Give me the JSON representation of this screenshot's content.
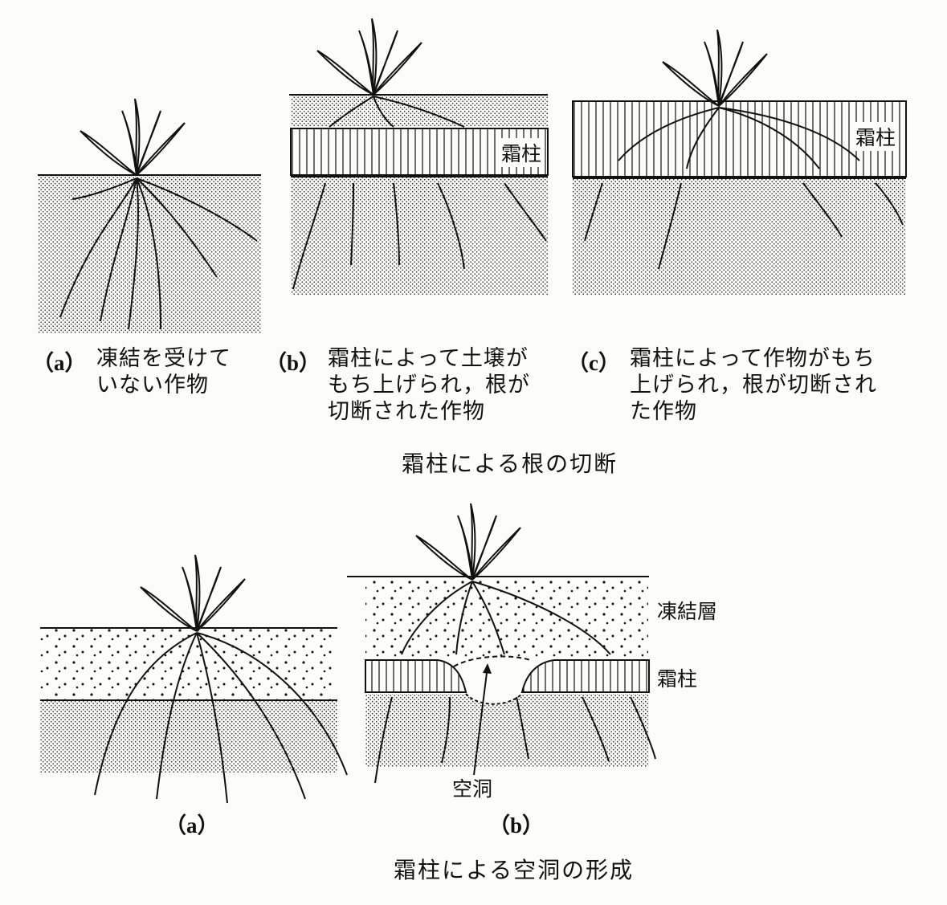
{
  "top": {
    "panels": [
      {
        "tag": "（a）",
        "text": "凍結を受けて\nいない作物"
      },
      {
        "tag": "（b）",
        "text": "霜柱によって土壌が\nもち上げられ，根が\n切断された作物"
      },
      {
        "tag": "（c）",
        "text": "霜柱によって作物がもち\n上げられ，根が切断され\nた作物"
      }
    ],
    "frost_label_b": "霜柱",
    "frost_label_c": "霜柱",
    "caption": "霜柱による根の切断"
  },
  "bottom": {
    "tag_a": "（a）",
    "tag_b": "（b）",
    "frozen_layer_label": "凍結層",
    "frost_label": "霜柱",
    "cavity_label": "空洞",
    "caption": "霜柱による空洞の形成"
  },
  "colors": {
    "ink": "#111111",
    "paper": "#fcfcfa"
  }
}
